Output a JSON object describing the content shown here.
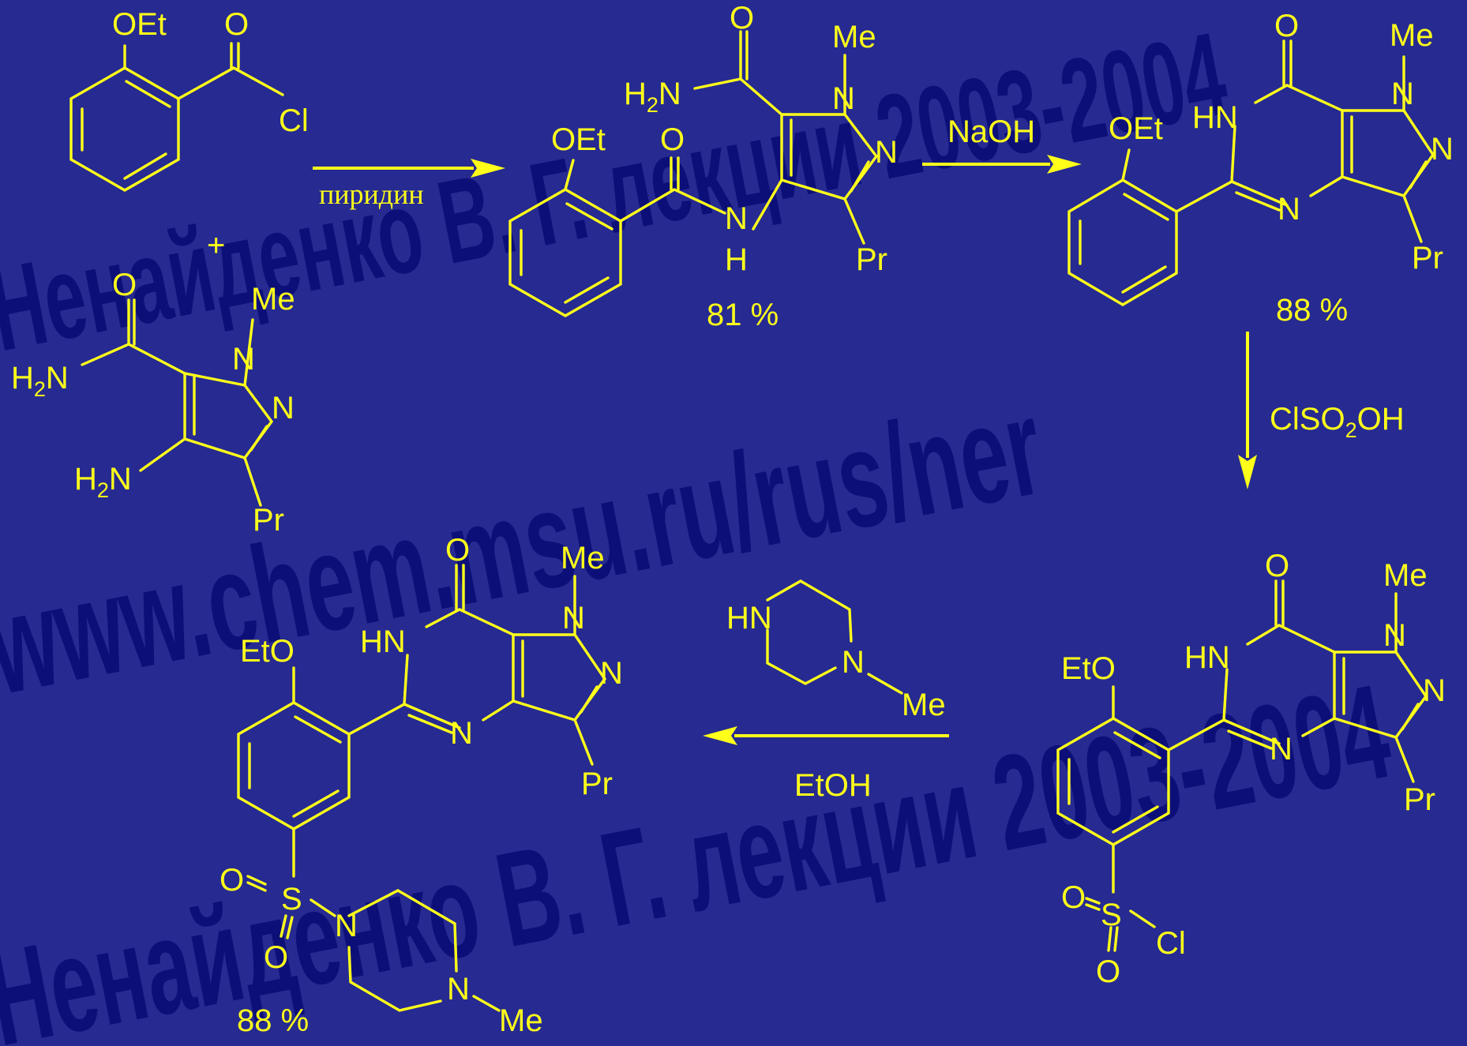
{
  "watermarks": [
    "Ненайденко В. Г. лекции 2003-2004",
    "www.chem.msu.ru/rus/ner",
    "Ненайденко В. Г. лекции 2003-2004"
  ],
  "labels": {
    "OEt": "OEt",
    "O": "O",
    "Cl": "Cl",
    "Me": "Me",
    "N": "N",
    "H": "H",
    "Pr": "Pr",
    "HN": "HN",
    "EtO": "EtO",
    "S": "S",
    "H2N_H": "H",
    "H2N_N": "N",
    "plus": "+"
  },
  "reagents": {
    "step1": "пиридин",
    "step2": "NaOH",
    "step3_a": "ClSO",
    "step3_b": "2",
    "step3_c": "OH",
    "step4": "EtOH"
  },
  "yields": {
    "y1": "81 %",
    "y2": "88 %",
    "y3": "88 %"
  },
  "colors": {
    "background": "#262a91",
    "foreground": "#ffff1a",
    "watermark": "#0d0f78"
  }
}
